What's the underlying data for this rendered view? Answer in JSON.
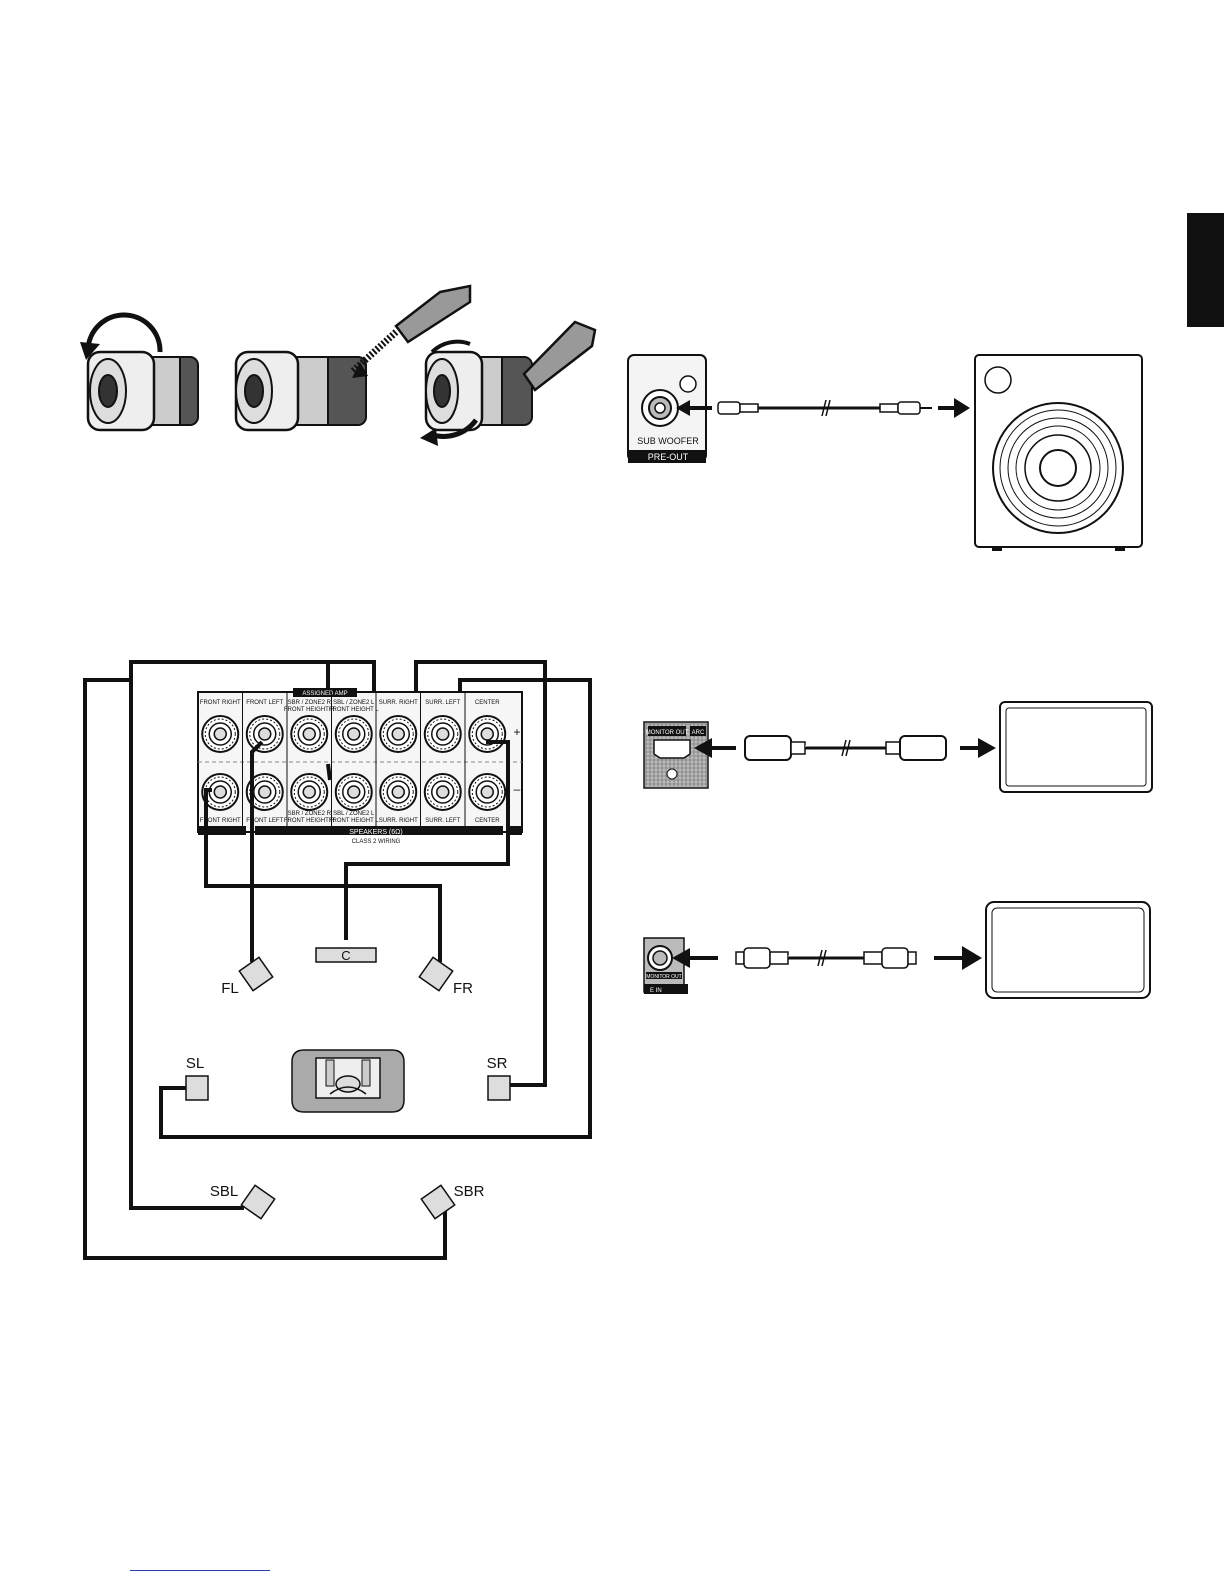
{
  "speaker_terminals": {
    "labels": [
      "FRONT RIGHT",
      "FRONT LEFT",
      "SBR / ZONE2 R\nFRONT HEIGHT R",
      "SBL / ZONE2 L\nFRONT HEIGHT L",
      "SURR. RIGHT",
      "SURR. LEFT",
      "CENTER"
    ],
    "header_black": "ASSIGNED AMP",
    "bottom_labels": [
      "FRONT RIGHT",
      "FRONT LEFT",
      "SBR / ZONE2 R\nFRONT HEIGHT R",
      "SBL / ZONE2 L\nFRONT HEIGHT L",
      "SURR. RIGHT",
      "SURR. LEFT",
      "CENTER"
    ],
    "banner": "SPEAKERS (6Ω)",
    "banner_sub": "CLASS 2 WIRING",
    "plus": "+",
    "minus": "–"
  },
  "speakers": {
    "fl": "FL",
    "fr": "FR",
    "c": "C",
    "sl": "SL",
    "sr": "SR",
    "sbl": "SBL",
    "sbr": "SBR"
  },
  "subwoofer_panel": {
    "jack_label": "SUB WOOFER",
    "section": "PRE-OUT"
  },
  "hdmi_panel": {
    "label": "MONITOR OUT",
    "arc": "ARC"
  },
  "video_panel": {
    "label": "MONITOR OUT",
    "section": "E IN"
  }
}
